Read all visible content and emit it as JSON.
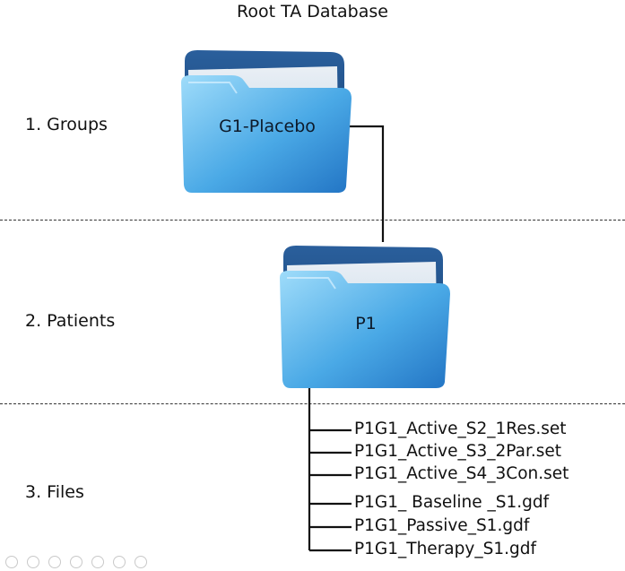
{
  "title": "Root TA Database",
  "levels": [
    {
      "label": "1. Groups"
    },
    {
      "label": "2. Patients"
    },
    {
      "label": "3. Files"
    }
  ],
  "folders": {
    "group": {
      "label": "G1-Placebo",
      "icon": "folder-icon"
    },
    "patient": {
      "label": "P1",
      "icon": "folder-icon"
    }
  },
  "files": [
    "P1G1_Active_S2_1Res.set",
    "P1G1_Active_S3_2Par.set",
    "P1G1_Active_S4_3Con.set",
    "P1G1_ Baseline _S1.gdf",
    "P1G1_Passive_S1.gdf",
    "P1G1_Therapy_S1.gdf"
  ],
  "colors": {
    "folder_light": "#8fd3f7",
    "folder_mid": "#3e9fe0",
    "folder_dark": "#1d5fa8",
    "folder_tab": "#1f4f8a",
    "lines": "#111111"
  }
}
